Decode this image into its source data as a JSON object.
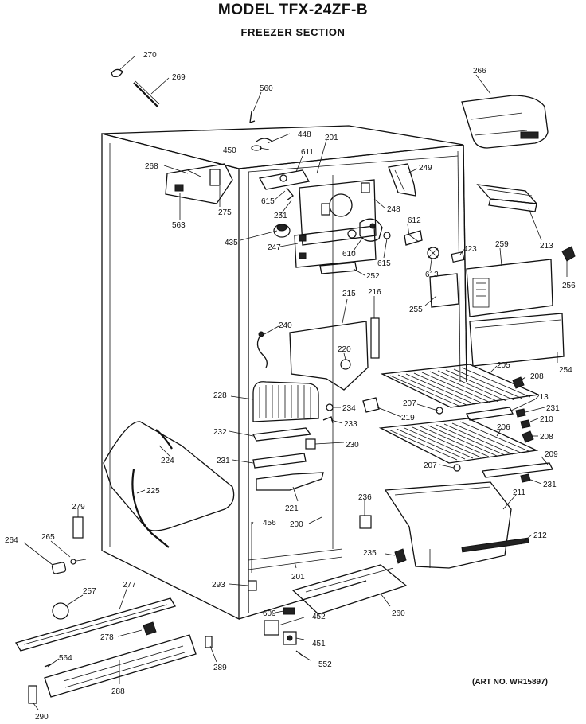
{
  "header": {
    "title": "MODEL TFX-24ZF-B",
    "subtitle": "FREEZER SECTION"
  },
  "art_number": "(ART NO. WR15897)",
  "callouts": [
    "270",
    "269",
    "560",
    "448",
    "201",
    "450",
    "611",
    "266",
    "268",
    "249",
    "615",
    "248",
    "612",
    "251",
    "563",
    "275",
    "435",
    "247",
    "610",
    "615",
    "423",
    "213",
    "259",
    "613",
    "256",
    "252",
    "215",
    "216",
    "255",
    "240",
    "220",
    "205",
    "208",
    "254",
    "228",
    "207",
    "213",
    "234",
    "233",
    "219",
    "231",
    "210",
    "232",
    "206",
    "208",
    "230",
    "231",
    "224",
    "207",
    "209",
    "225",
    "231",
    "221",
    "236",
    "211",
    "279",
    "456",
    "200",
    "212",
    "265",
    "264",
    "235",
    "201",
    "293",
    "257",
    "277",
    "609",
    "452",
    "260",
    "278",
    "451",
    "564",
    "289",
    "552",
    "288",
    "290"
  ]
}
